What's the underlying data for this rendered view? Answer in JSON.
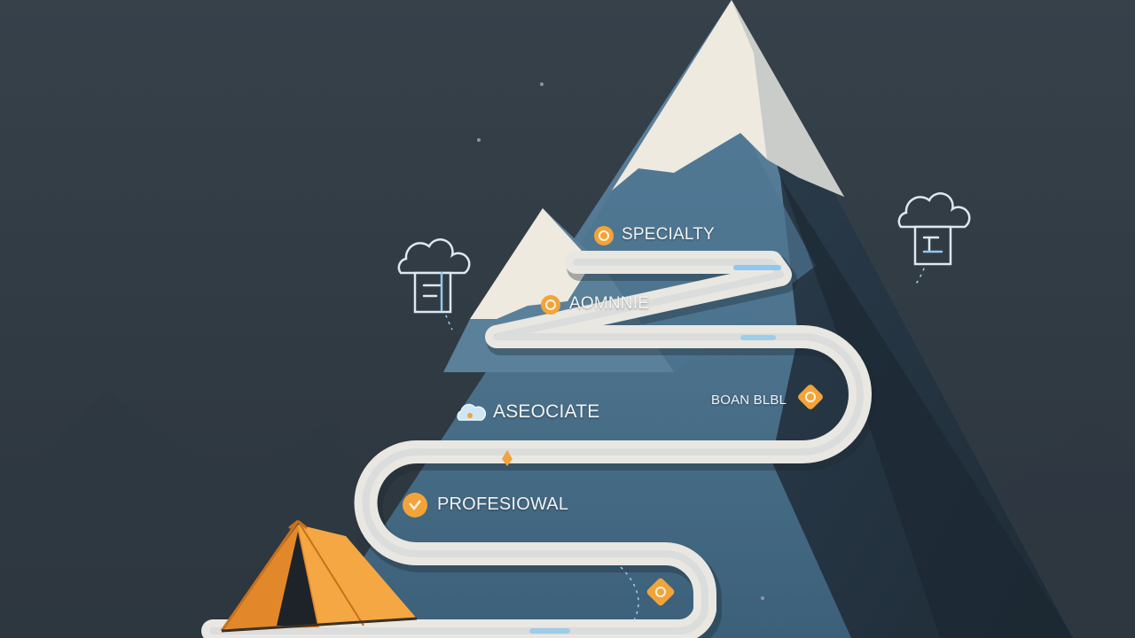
{
  "levels": {
    "specialty": {
      "label": "SPECIALTY",
      "icon": "badge-icon"
    },
    "advanced": {
      "label": "AOMNNIE",
      "icon": "badge-icon"
    },
    "associate": {
      "label": "ASEOCIATE",
      "icon": "cloud-network-icon"
    },
    "side_badge": {
      "label": "BOAN BLBL",
      "icon": "badge-icon"
    },
    "professional": {
      "label": "PROFESIOWAL",
      "icon": "badge-icon"
    }
  },
  "icons": {
    "left": "cloud-document-icon",
    "right": "cloud-document-icon",
    "camp": "tent-icon"
  },
  "colors": {
    "background": "#323b44",
    "accent": "#f2a33a",
    "path": "#e9e7e2",
    "snow": "#eeeae0",
    "line": "#8fc8ef"
  }
}
